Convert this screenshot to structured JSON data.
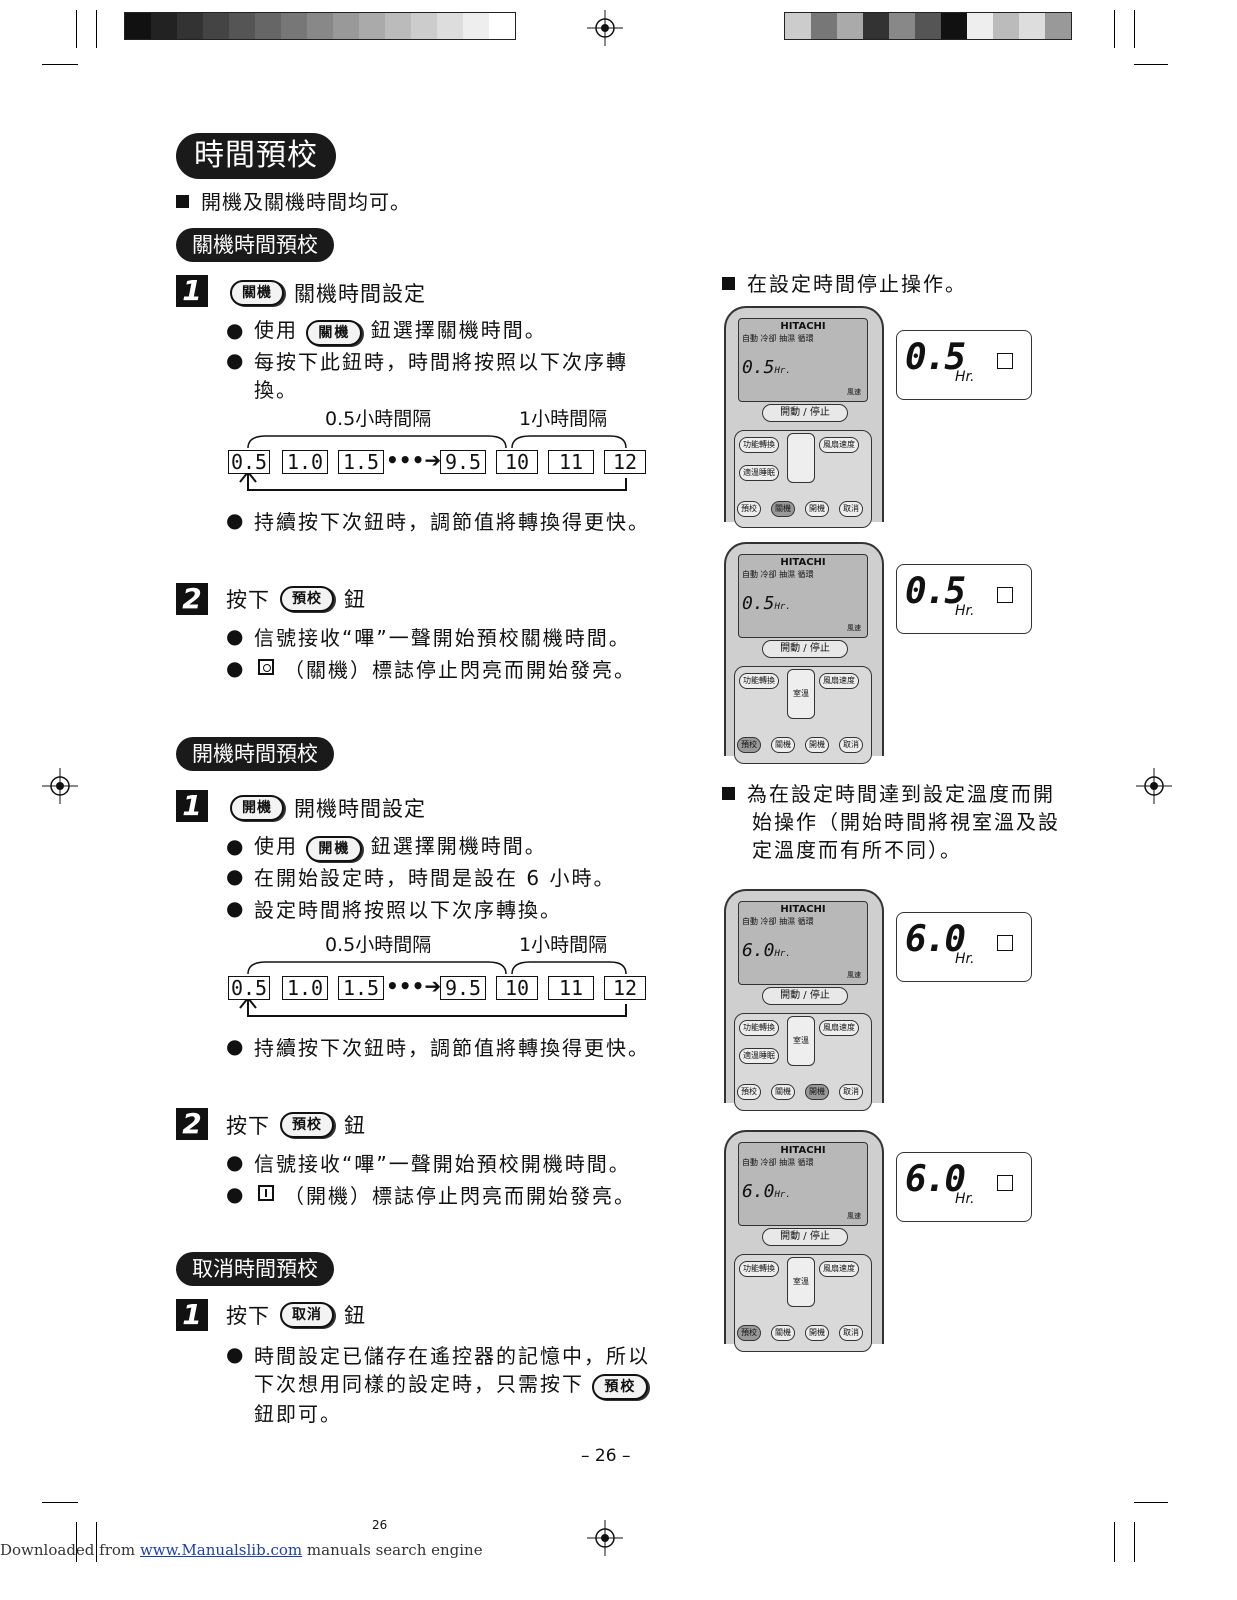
{
  "title": "時間預校",
  "intro": "開機及關機時間均可。",
  "off_section": {
    "heading": "關機時間預校",
    "step1_button": "關機",
    "step1_label": "關機時間設定",
    "bullet1_pre": "使用",
    "bullet1_btn": "關機",
    "bullet1_post": "鈕選擇關機時間。",
    "bullet2": "每按下此鈕時，時間將按照以下次序轉換。",
    "bullet3": "持續按下次鈕時，調節值將轉換得更快。",
    "step2_pre": "按下",
    "step2_btn": "預校",
    "step2_post": "鈕",
    "bullet4": "信號接收“嗶”一聲開始預校關機時間。",
    "bullet5": "（關機）標誌停止閃亮而開始發亮。"
  },
  "sequence": {
    "label_half": "0.5小時間隔",
    "label_hour": "1小時間隔",
    "values": [
      "0.5",
      "1.0",
      "1.5",
      "9.5",
      "10",
      "11",
      "12"
    ],
    "ellipsis": "•••"
  },
  "on_section": {
    "heading": "開機時間預校",
    "step1_button": "開機",
    "step1_label": "開機時間設定",
    "bullet1_pre": "使用",
    "bullet1_btn": "開機",
    "bullet1_post": "鈕選擇開機時間。",
    "bullet2": "在開始設定時，時間是設在 6 小時。",
    "bullet3": "設定時間將按照以下次序轉換。",
    "bullet4": "持續按下次鈕時，調節值將轉換得更快。",
    "step2_pre": "按下",
    "step2_btn": "預校",
    "step2_post": "鈕",
    "bullet5": "信號接收“嗶”一聲開始預校開機時間。",
    "bullet6": "（開機）標誌停止閃亮而開始發亮。"
  },
  "cancel_section": {
    "heading": "取消時間預校",
    "step1_pre": "按下",
    "step1_btn": "取消",
    "step1_post": "鈕",
    "bullet1": "時間設定已儲存在遙控器的記憶中，所以下次想用同樣的設定時，只需按下",
    "bullet1_btn": "預校",
    "bullet1_post": "鈕即可。"
  },
  "right": {
    "note1": "在設定時間停止操作。",
    "note2": "為在設定時間達到設定溫度而開始操作（開始時間將視室溫及設定溫度而有所不同）。"
  },
  "remote": {
    "brand": "HITACHI",
    "modes": "自動 冷卻 抽濕 循環",
    "start_stop": "開動 / 停止",
    "func": "功能轉換",
    "fan": "風扇速度",
    "sleep": "適溫睡眠",
    "room": "室溫",
    "wind": "風速",
    "reserve": "預校",
    "off": "關機",
    "on": "開機",
    "cancel": "取消",
    "display_off": "0.5",
    "display_on": "6.0",
    "hr": "Hr."
  },
  "page_number": "– 26 –",
  "footer_small": "26",
  "download": {
    "pre": "Downloaded from",
    "link": "www.Manualslib.com",
    "post": "manuals search engine"
  }
}
